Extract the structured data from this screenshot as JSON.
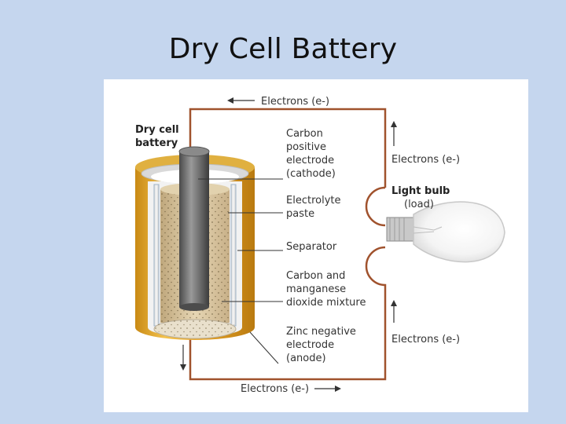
{
  "slide": {
    "title": "Dry Cell Battery"
  },
  "diagram": {
    "battery_title": [
      "Dry cell",
      "battery"
    ],
    "electrons_top": "Electrons (e-)",
    "electrons_right_top": "Electrons (e-)",
    "electrons_right_bottom": "Electrons (e-)",
    "electrons_bottom": "Electrons (e-)",
    "cathode": [
      "Carbon",
      "positive",
      "electrode",
      "(cathode)"
    ],
    "electrolyte": [
      "Electrolyte",
      "paste"
    ],
    "separator": "Separator",
    "mixture": [
      "Carbon and",
      "manganese",
      "dioxide mixture"
    ],
    "anode": [
      "Zinc negative",
      "electrode",
      "(anode)"
    ],
    "bulb": {
      "title": "Light bulb",
      "subtitle": "(load)"
    },
    "colors": {
      "wire": "#a0522d",
      "casing": "#e8a528",
      "rod": "#6e6e6e",
      "paste": "#d9c7a4",
      "background": "#c5d6ee"
    }
  }
}
